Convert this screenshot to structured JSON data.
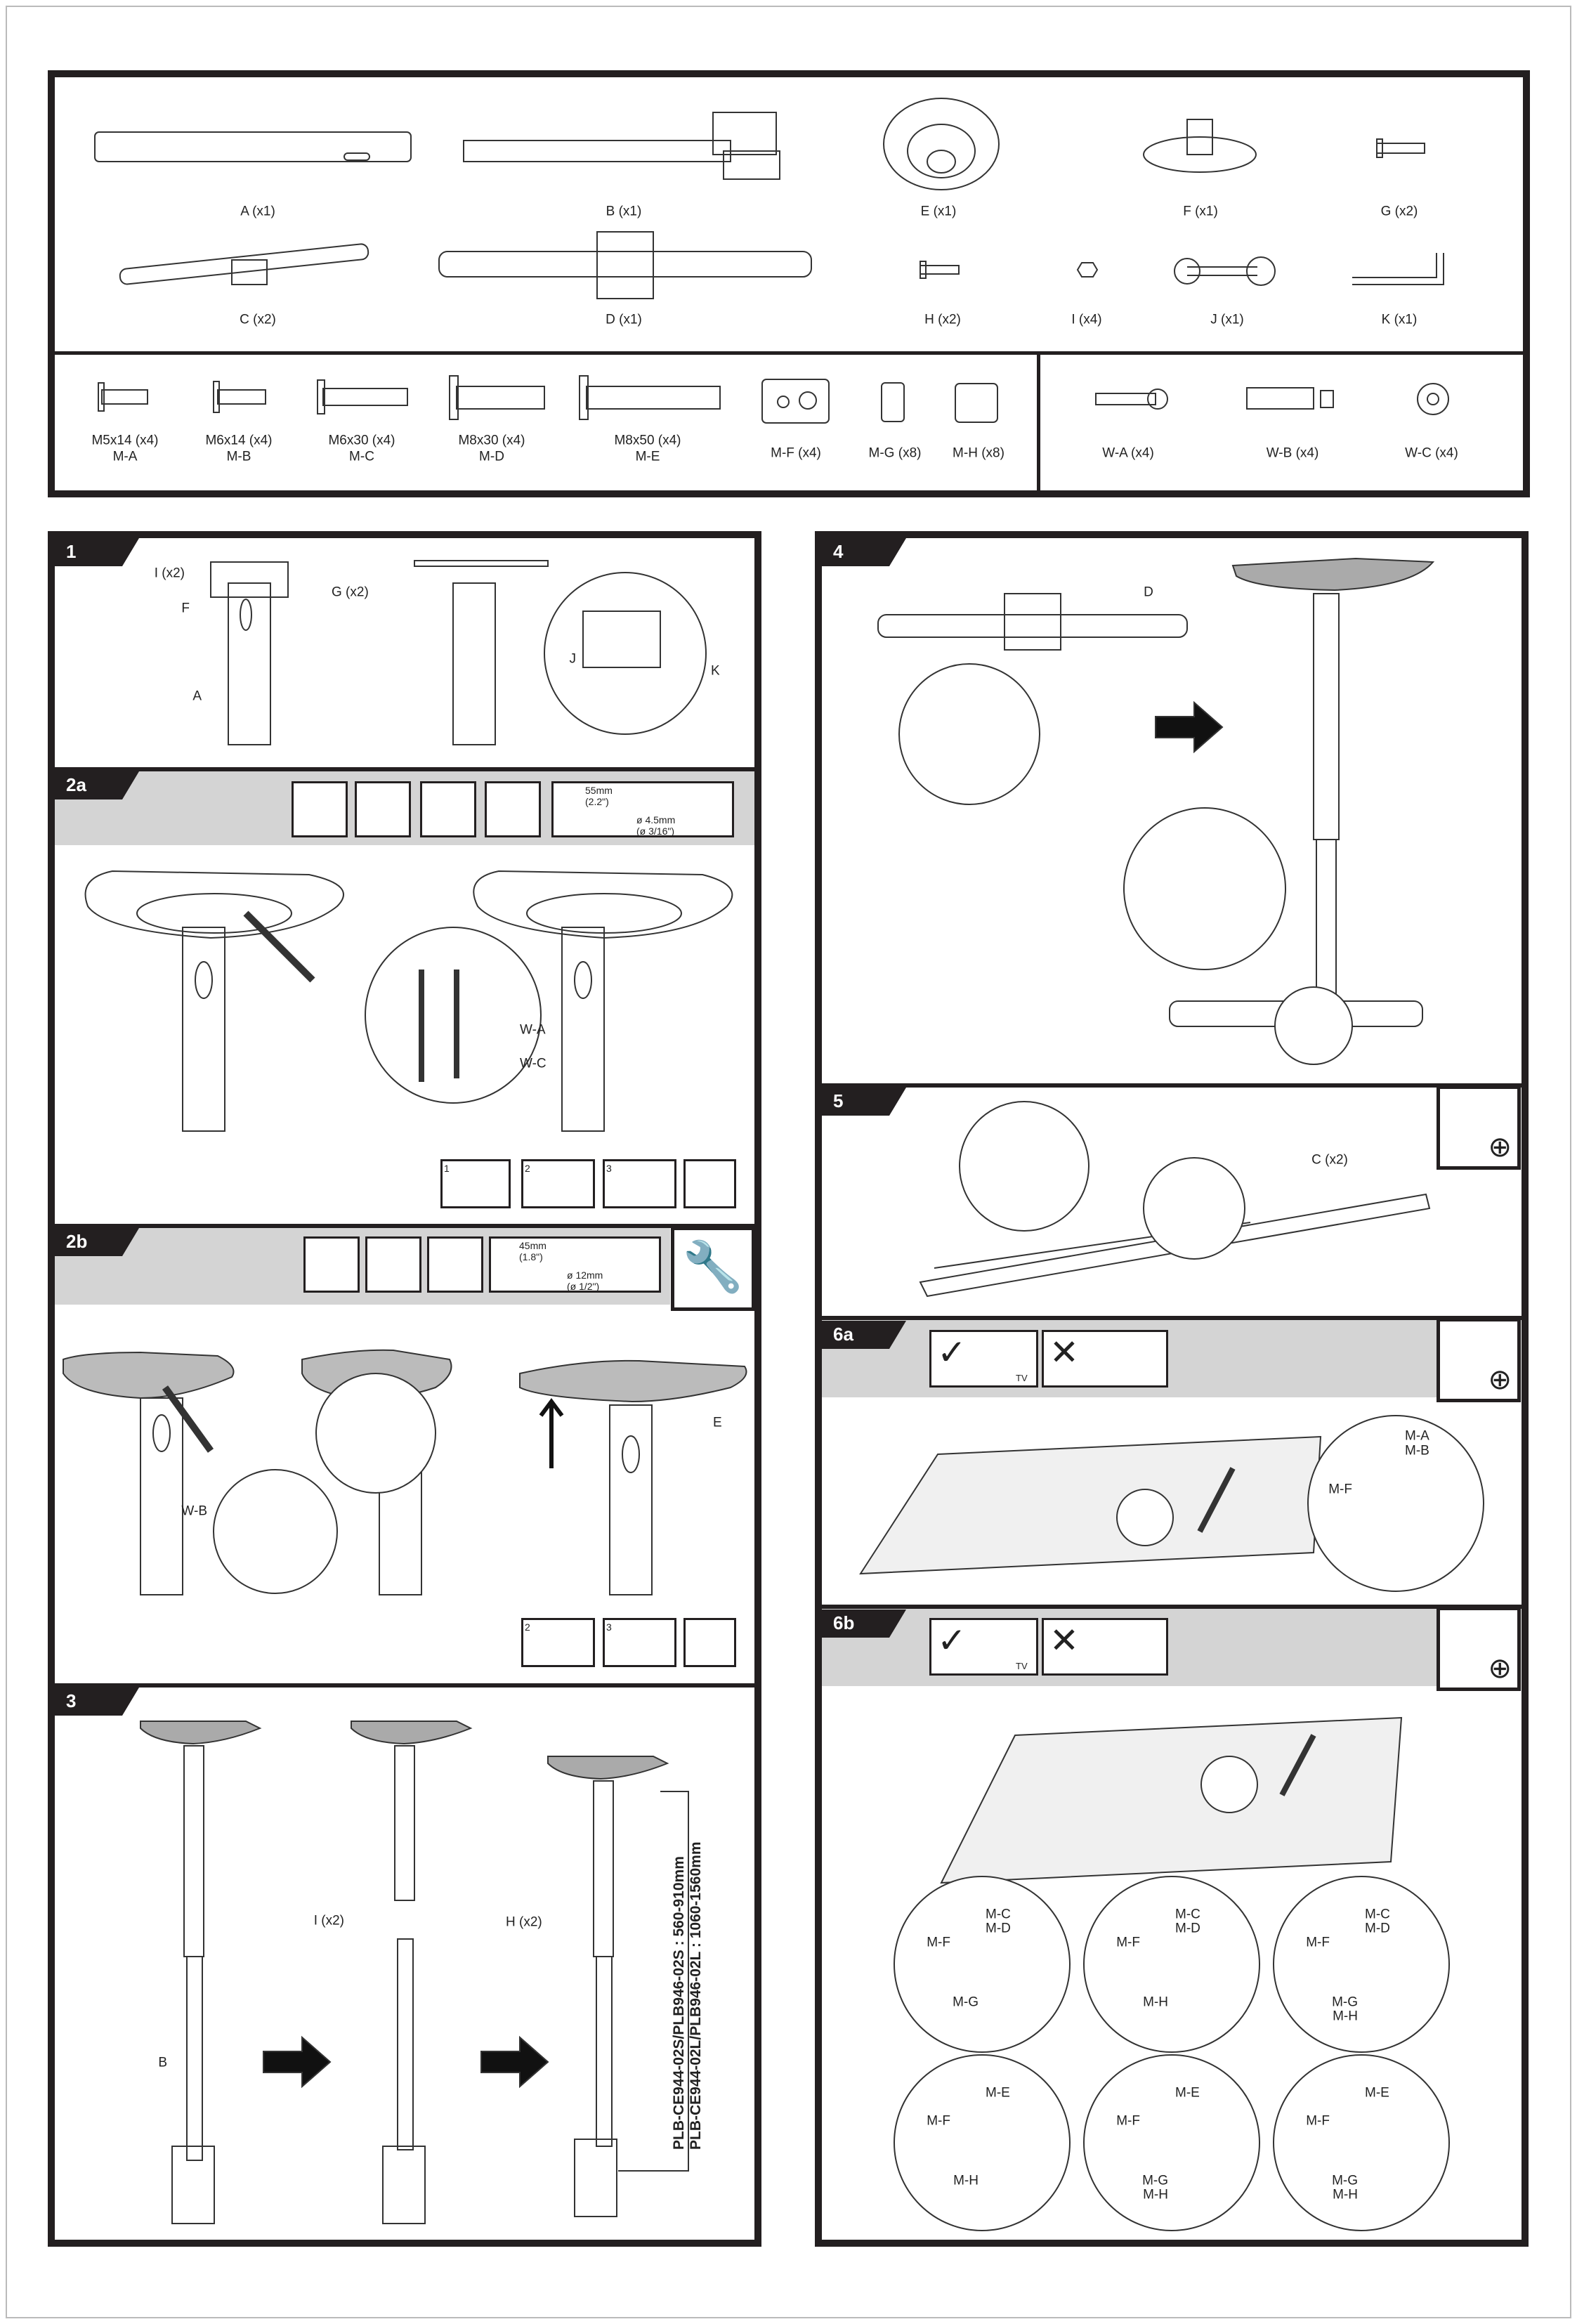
{
  "parts": {
    "top": [
      {
        "code": "A (x1)"
      },
      {
        "code": "B (x1)"
      },
      {
        "code": "E (x1)"
      },
      {
        "code": "F (x1)"
      },
      {
        "code": "G (x2)"
      },
      {
        "code": "C (x2)"
      },
      {
        "code": "D (x1)"
      },
      {
        "code": "H (x2)"
      },
      {
        "code": "I (x4)"
      },
      {
        "code": "J (x1)"
      },
      {
        "code": "K (x1)"
      }
    ],
    "hardware": [
      {
        "size": "M5x14 (x4)",
        "code": "M-A"
      },
      {
        "size": "M6x14 (x4)",
        "code": "M-B"
      },
      {
        "size": "M6x30 (x4)",
        "code": "M-C"
      },
      {
        "size": "M8x30 (x4)",
        "code": "M-D"
      },
      {
        "size": "M8x50 (x4)",
        "code": "M-E"
      },
      {
        "size": "",
        "code": "M-F (x4)"
      },
      {
        "size": "",
        "code": "M-G (x8)"
      },
      {
        "size": "",
        "code": "M-H (x8)"
      }
    ],
    "wall": [
      {
        "code": "W-A (x4)"
      },
      {
        "code": "W-B (x4)"
      },
      {
        "code": "W-C (x4)"
      }
    ]
  },
  "steps": {
    "s1": {
      "num": "1",
      "labels": [
        "I (x2)",
        "F",
        "G (x2)",
        "A",
        "J",
        "K"
      ]
    },
    "s2a": {
      "num": "2a",
      "drill": {
        "depth": "55mm",
        "depth_in": "(2.2\")",
        "dia": "ø 4.5mm",
        "dia_in": "(ø 3/16\")"
      },
      "labels": [
        "W-A",
        "W-C"
      ],
      "substeps": [
        "1",
        "2",
        "3"
      ]
    },
    "s2b": {
      "num": "2b",
      "drill": {
        "depth": "45mm",
        "depth_in": "(1.8\")",
        "dia": "ø 12mm",
        "dia_in": "(ø 1/2\")"
      },
      "labels": [
        "W-B",
        "E"
      ],
      "substeps": [
        "2",
        "3"
      ]
    },
    "s3": {
      "num": "3",
      "labels": [
        "I (x2)",
        "H (x2)",
        "B"
      ],
      "models": [
        "PLB-CE944-02S/PLB946-02S : 560-910mm",
        "PLB-CE944-02L/PLB946-02L : 1060-1560mm"
      ]
    },
    "s4": {
      "num": "4",
      "labels": [
        "D"
      ]
    },
    "s5": {
      "num": "5",
      "labels": [
        "C (x2)"
      ]
    },
    "s6a": {
      "num": "6a",
      "labels": [
        "M-A",
        "M-B",
        "M-F"
      ],
      "tv": "TV"
    },
    "s6b": {
      "num": "6b",
      "tv": "TV",
      "circles": [
        {
          "top": [
            "M-C",
            "M-D"
          ],
          "mid": "M-F",
          "bottom": [
            "M-G"
          ]
        },
        {
          "top": [
            "M-C",
            "M-D"
          ],
          "mid": "M-F",
          "bottom": [
            "M-H"
          ]
        },
        {
          "top": [
            "M-C",
            "M-D"
          ],
          "mid": "M-F",
          "bottom": [
            "M-G",
            "M-H"
          ]
        },
        {
          "top": [
            "M-E"
          ],
          "mid": "M-F",
          "bottom": [
            "M-H"
          ]
        },
        {
          "top": [
            "M-E"
          ],
          "mid": "M-F",
          "bottom": [
            "M-G",
            "M-H"
          ]
        },
        {
          "top": [
            "M-E"
          ],
          "mid": "M-F",
          "bottom": [
            "M-G",
            "M-H"
          ]
        }
      ]
    }
  }
}
